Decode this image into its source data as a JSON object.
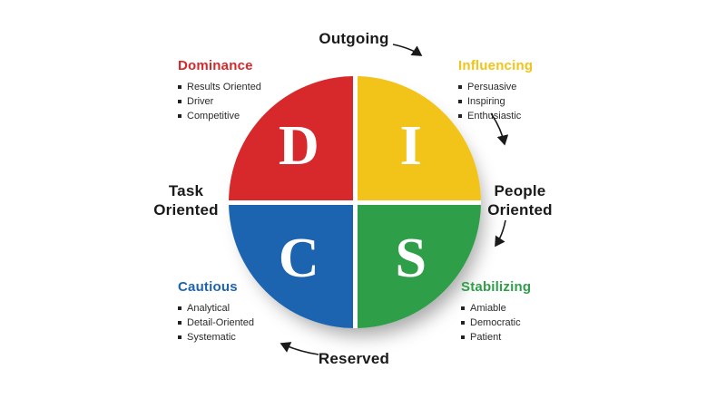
{
  "axis_labels": {
    "top": "Outgoing",
    "bottom": "Reserved",
    "left": {
      "line1": "Task",
      "line2": "Oriented"
    },
    "right": {
      "line1": "People",
      "line2": "Oriented"
    }
  },
  "quadrants": [
    {
      "letter": "D",
      "name": "Dominance",
      "color": "#d7282b",
      "traits": [
        "Results Oriented",
        "Driver",
        "Competitive"
      ]
    },
    {
      "letter": "I",
      "name": "Influencing",
      "color": "#f2c318",
      "traits": [
        "Persuasive",
        "Inspiring",
        "Enthusiastic"
      ]
    },
    {
      "letter": "C",
      "name": "Cautious",
      "color": "#1d64b0",
      "traits": [
        "Analytical",
        "Detail-Oriented",
        "Systematic"
      ]
    },
    {
      "letter": "S",
      "name": "Stabilizing",
      "color": "#2f9e49",
      "traits": [
        "Amiable",
        "Democratic",
        "Patient"
      ]
    }
  ],
  "arrow_color": "#1a1a1a"
}
